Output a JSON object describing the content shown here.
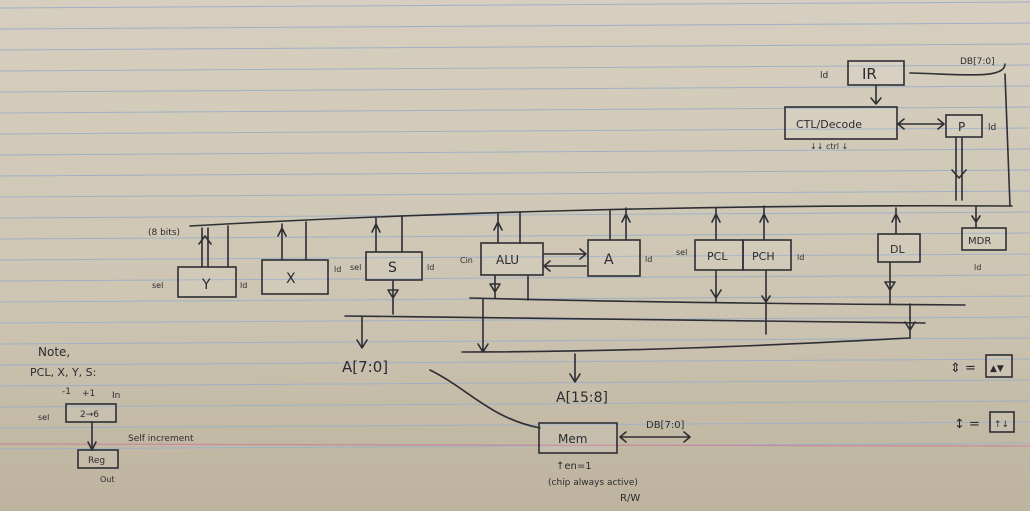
{
  "colors": {
    "paper": "#d0c8b6",
    "ink": "#2e2e34",
    "rule": "#9fb1c6",
    "margin": "#c98b9a"
  },
  "top": {
    "ir": "IR",
    "ir_ld": "ld",
    "db_in": "DB[7:0]",
    "ctl": "CTL/Decode",
    "ctl_sub": "↓↓ ctrl ↓",
    "p": "P",
    "p_ld": "ld"
  },
  "bus_label": "(8 bits)",
  "regs": {
    "y": "Y",
    "y_sel": "sel",
    "y_ld": "ld",
    "x": "X",
    "x_ld": "ld",
    "s": "S",
    "s_sel": "sel",
    "s_ld": "ld",
    "alu": "ALU",
    "alu_cin": "Cin",
    "a": "A",
    "a_ld": "ld",
    "pcl": "PCL",
    "pch": "PCH",
    "pc_sel": "sel",
    "pc_ld": "ld",
    "dl": "DL",
    "mdr": "MDR",
    "mdr_ld": "ld"
  },
  "addr": {
    "low": "A[7:0]",
    "high": "A[15:8]"
  },
  "mem": {
    "label": "Mem",
    "db": "DB[7:0]",
    "en": "↑en=1",
    "always": "(chip always active)",
    "rw": "R/W"
  },
  "note": {
    "title": "Note,",
    "line": "PCL, X, Y, S:",
    "minus": "-1",
    "plus": "+1",
    "in": "In",
    "mux_sel": "sel",
    "mux": "2→6",
    "self_inc": "Self increment",
    "reg": "Reg",
    "out": "Out"
  },
  "legend": {
    "tri": "⇕ =",
    "buf": "↕ =",
    "tri_sym": "▲▼",
    "buf_sym": "↑↓"
  }
}
